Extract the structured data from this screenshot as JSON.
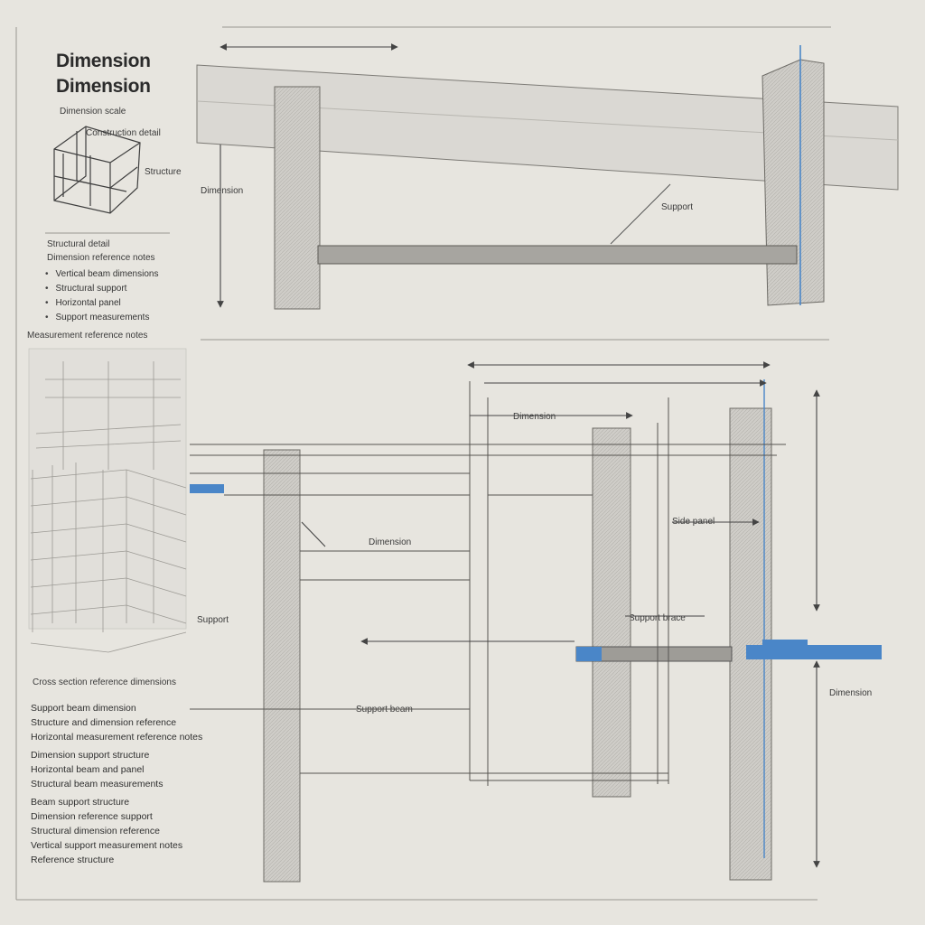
{
  "header": {
    "title_line1": "Dimension",
    "title_line2": "Dimension",
    "subtitle": "Dimension scale"
  },
  "labels": {
    "cube_caption": "Construction detail",
    "cube_side": "Structure",
    "left_beam": "Dimension",
    "beam_right": "Support",
    "bottom_top_dim": "Dimension",
    "mid_label": "Dimension",
    "right_upper": "Side panel",
    "right_mid": "Support brace",
    "left_small": "Support",
    "bottom_center": "Support beam",
    "right_note": "Dimension",
    "bottom_caption": "Cross section reference dimensions"
  },
  "sidebar": {
    "heading_line1": "Structural detail",
    "heading_line2": "Dimension reference notes",
    "bullets": [
      "Vertical beam dimensions",
      "Structural support",
      "Horizontal panel",
      "Support measurements"
    ],
    "footer_line": "Measurement reference notes"
  },
  "notes": {
    "block1": [
      "Support beam dimension",
      "Structure and dimension reference",
      "Horizontal measurement reference notes"
    ],
    "block2": [
      "Dimension support structure",
      "Horizontal beam and panel",
      "Structural beam measurements"
    ],
    "block3": [
      "Beam support structure",
      "Dimension reference support",
      "Structural dimension reference",
      "Vertical support measurement notes",
      "Reference structure"
    ]
  },
  "colors": {
    "background": "#e7e5df",
    "line": "#555555",
    "accent": "#4a86c8"
  }
}
